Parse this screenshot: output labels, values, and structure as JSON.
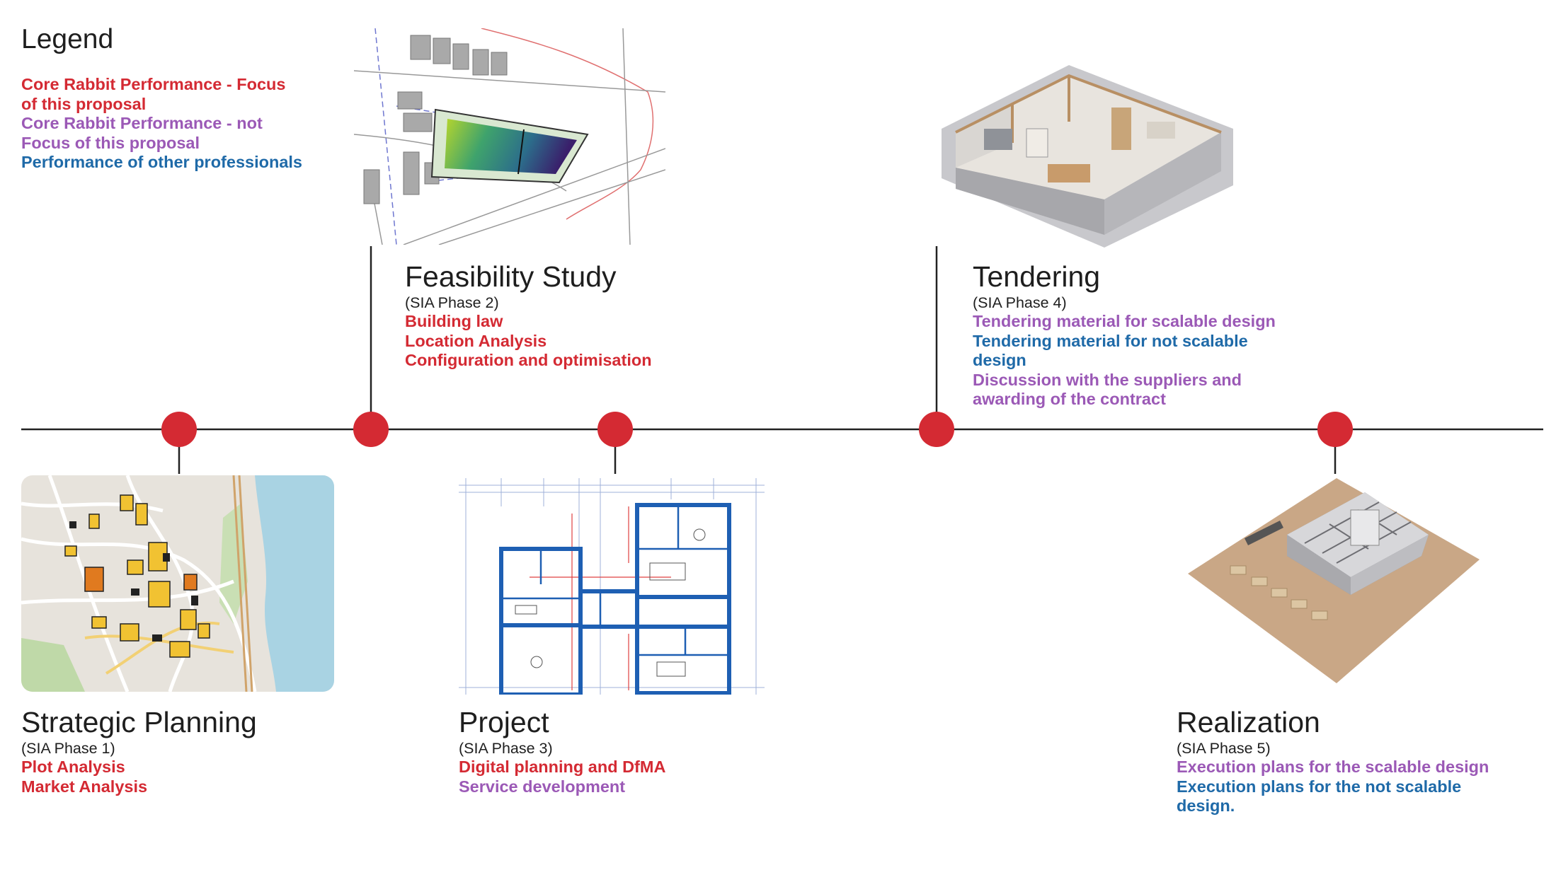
{
  "legend": {
    "title": "Legend",
    "items": [
      {
        "text": "Core Rabbit Performance - Focus of this proposal",
        "color": "#d42a33"
      },
      {
        "text": "Core Rabbit Performance - not Focus of this proposal",
        "color": "#9b59b6"
      },
      {
        "text": "Performance of other professionals",
        "color": "#1f6aa8"
      }
    ]
  },
  "colors": {
    "timeline_dot": "#d42a33",
    "timeline_line": "#222222",
    "focus": "#d42a33",
    "not_focus": "#9b59b6",
    "other_professionals": "#1f6aa8"
  },
  "phases": [
    {
      "title": "Strategic Planning",
      "subtitle": "(SIA Phase 1)",
      "items": [
        {
          "text": "Plot Analysis",
          "category": "focus"
        },
        {
          "text": "Market Analysis",
          "category": "focus"
        }
      ],
      "image": "city-map-image"
    },
    {
      "title": "Feasibility Study",
      "subtitle": "(SIA Phase 2)",
      "items": [
        {
          "text": "Building law",
          "category": "focus"
        },
        {
          "text": "Location Analysis",
          "category": "focus"
        },
        {
          "text": "Configuration and optimisation",
          "category": "focus"
        }
      ],
      "image": "site-plan-image"
    },
    {
      "title": "Project",
      "subtitle": "(SIA Phase 3)",
      "items": [
        {
          "text": "Digital planning and DfMA",
          "category": "focus"
        },
        {
          "text": "Service development",
          "category": "not_focus"
        }
      ],
      "image": "floor-plan-image"
    },
    {
      "title": "Tendering",
      "subtitle": "(SIA Phase 4)",
      "items": [
        {
          "text": "Tendering material for scalable design",
          "category": "not_focus"
        },
        {
          "text": "Tendering material for not scalable design",
          "category": "other"
        },
        {
          "text": "Discussion with the suppliers and awarding of the contract",
          "category": "not_focus"
        }
      ],
      "image": "interior-model-image"
    },
    {
      "title": "Realization",
      "subtitle": "(SIA Phase 5)",
      "items": [
        {
          "text": "Execution plans for the scalable design",
          "category": "not_focus"
        },
        {
          "text": "Execution plans for the not scalable design.",
          "category": "other"
        }
      ],
      "image": "building-site-model-image"
    }
  ]
}
